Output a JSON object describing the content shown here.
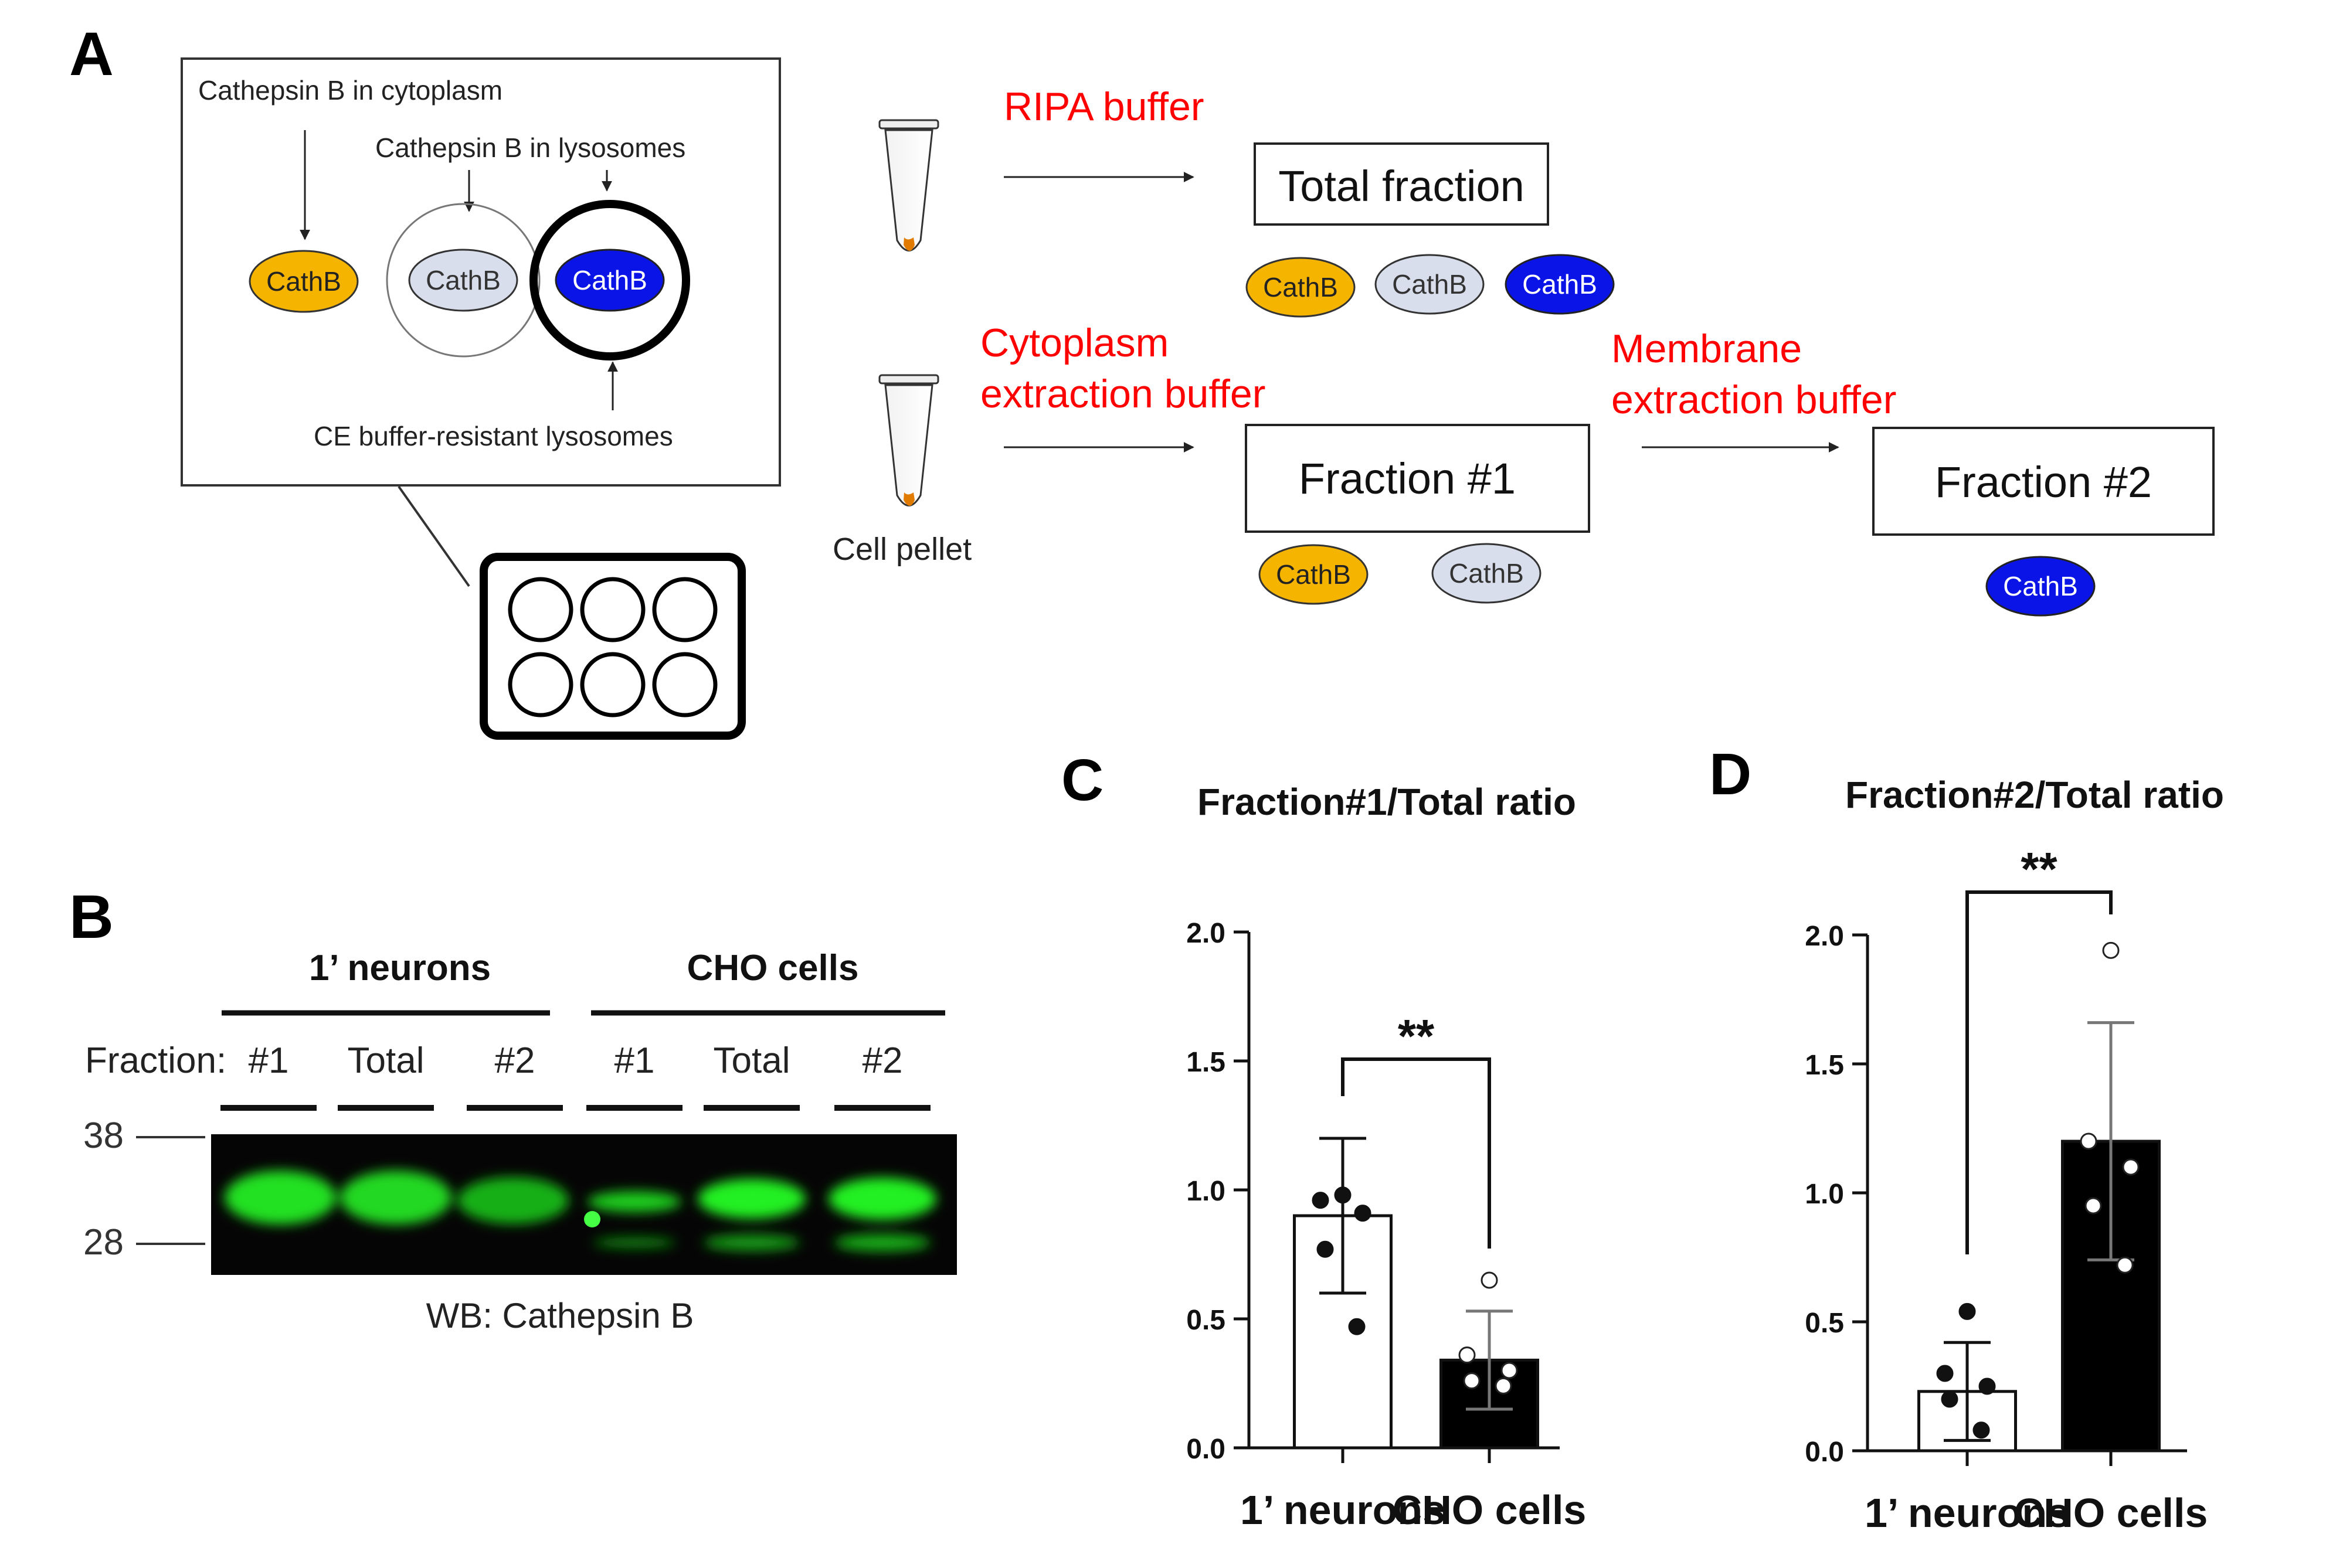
{
  "panel_a": {
    "letter": "A",
    "inset": {
      "cyto_label": "Cathepsin B in cytoplasm",
      "lyso_label": "Cathepsin B in lysosomes",
      "resistant_label": "CE buffer-resistant lysosomes",
      "cathb": "CathB"
    },
    "ripa_buffer": "RIPA buffer",
    "total_fraction": "Total fraction",
    "cyto_buffer_line1": "Cytoplasm",
    "cyto_buffer_line2": "extraction buffer",
    "membrane_buffer_line1": "Membrane",
    "membrane_buffer_line2": "extraction buffer",
    "fraction1": "Fraction #1",
    "fraction2": "Fraction #2",
    "cell_pellet": "Cell pellet",
    "cathb": "CathB",
    "colors": {
      "cytoplasm": "#F5B400",
      "lysosome_light": "#D9DEEC",
      "lysosome_dark": "#0A14E6",
      "buffer_text": "#FF0000"
    }
  },
  "panel_b": {
    "letter": "B",
    "group1": "1’ neurons",
    "group2": "CHO cells",
    "fraction_label": "Fraction:",
    "lanes": [
      "#1",
      "Total",
      "#2",
      "#1",
      "Total",
      "#2"
    ],
    "mw_upper": "38",
    "mw_lower": "28",
    "caption": "WB: Cathepsin B",
    "band_color": "#22E022"
  },
  "chart_data": [
    {
      "panel": "C",
      "type": "bar",
      "title": "Fraction#1/Total ratio",
      "categories": [
        "1’ neurons",
        "CHO cells"
      ],
      "values": [
        0.9,
        0.34
      ],
      "error": [
        0.3,
        0.19
      ],
      "points": [
        [
          0.98,
          0.96,
          0.91,
          0.77,
          0.47
        ],
        [
          0.65,
          0.36,
          0.3,
          0.26,
          0.24
        ]
      ],
      "ylim": [
        0,
        2.0
      ],
      "yticks": [
        "0.0",
        "0.5",
        "1.0",
        "1.5",
        "2.0"
      ],
      "significance": "**",
      "bar_fill": [
        "#FFFFFF",
        "#000000"
      ]
    },
    {
      "panel": "D",
      "type": "bar",
      "title": "Fraction#2/Total ratio",
      "categories": [
        "1’ neurons",
        "CHO cells"
      ],
      "values": [
        0.23,
        1.2
      ],
      "error": [
        0.19,
        0.46
      ],
      "points": [
        [
          0.54,
          0.3,
          0.25,
          0.2,
          0.08
        ],
        [
          1.94,
          1.2,
          1.1,
          0.95,
          0.72
        ]
      ],
      "ylim": [
        0,
        2.0
      ],
      "yticks": [
        "0.0",
        "0.5",
        "1.0",
        "1.5",
        "2.0"
      ],
      "significance": "**",
      "bar_fill": [
        "#FFFFFF",
        "#000000"
      ]
    }
  ]
}
